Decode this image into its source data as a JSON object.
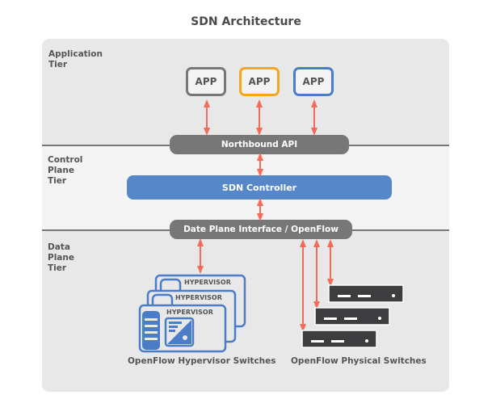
{
  "title": "SDN Architecture",
  "tiers": [
    {
      "id": "application",
      "label": "Application\nTier"
    },
    {
      "id": "control",
      "label": "Control\nPlane\nTier"
    },
    {
      "id": "data",
      "label": "Data\nPlane\nTier"
    }
  ],
  "apps": [
    {
      "label": "APP",
      "color": "#777777"
    },
    {
      "label": "APP",
      "color": "#f5a623"
    },
    {
      "label": "APP",
      "color": "#4a7cc7"
    }
  ],
  "northbound_api": "Northbound API",
  "sdn_controller": "SDN Controller",
  "southbound_interface": "Date Plane Interface / OpenFlow",
  "hypervisor_label": "HYPERVISOR",
  "hypervisor_switches": {
    "label": "OpenFlow Hypervisor Switches",
    "count": 3
  },
  "physical_switches": {
    "label": "OpenFlow Physical Switches",
    "count": 3
  },
  "colors": {
    "arrow": "#f26b5b",
    "controller": "#5587c9",
    "pill": "#777777",
    "hypervisor": "#4a7cc7",
    "switch": "#3d3d3f"
  }
}
